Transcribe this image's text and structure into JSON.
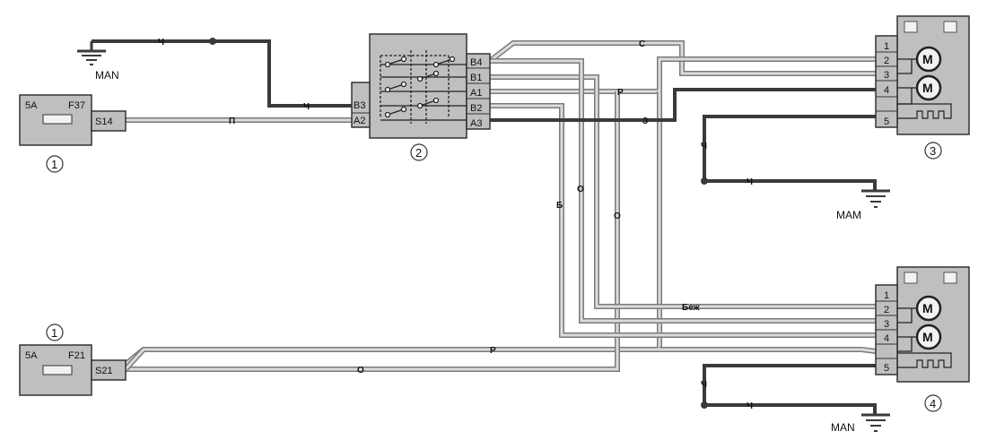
{
  "fuse_blocks": [
    {
      "rating": "5A",
      "fuse": "F37",
      "pin": "S14",
      "number": "1"
    },
    {
      "rating": "5A",
      "fuse": "F21",
      "pin": "S21",
      "number": "1"
    }
  ],
  "switch": {
    "number": "2",
    "left_pins": [
      "B3",
      "A2"
    ],
    "right_pins": [
      "B4",
      "B1",
      "A1",
      "B2",
      "A3"
    ]
  },
  "mirrors": [
    {
      "number": "3",
      "pins": [
        "1",
        "2",
        "3",
        "4",
        "5"
      ],
      "motor_label": "M",
      "ground": "MAM"
    },
    {
      "number": "4",
      "pins": [
        "1",
        "2",
        "3",
        "4",
        "5"
      ],
      "motor_label": "M",
      "ground": "MAN"
    }
  ],
  "grounds": {
    "top_left": "MAN"
  },
  "wire_labels": {
    "ch": "Ч",
    "p": "П",
    "s": "С",
    "r": "Р",
    "z": "З",
    "b": "Б",
    "o": "О",
    "bezh": "Беж"
  },
  "colors": {
    "black_wire": "#3a3a3a",
    "light_wire": "#bdbdbd",
    "component_fill": "#bfbfbf"
  }
}
